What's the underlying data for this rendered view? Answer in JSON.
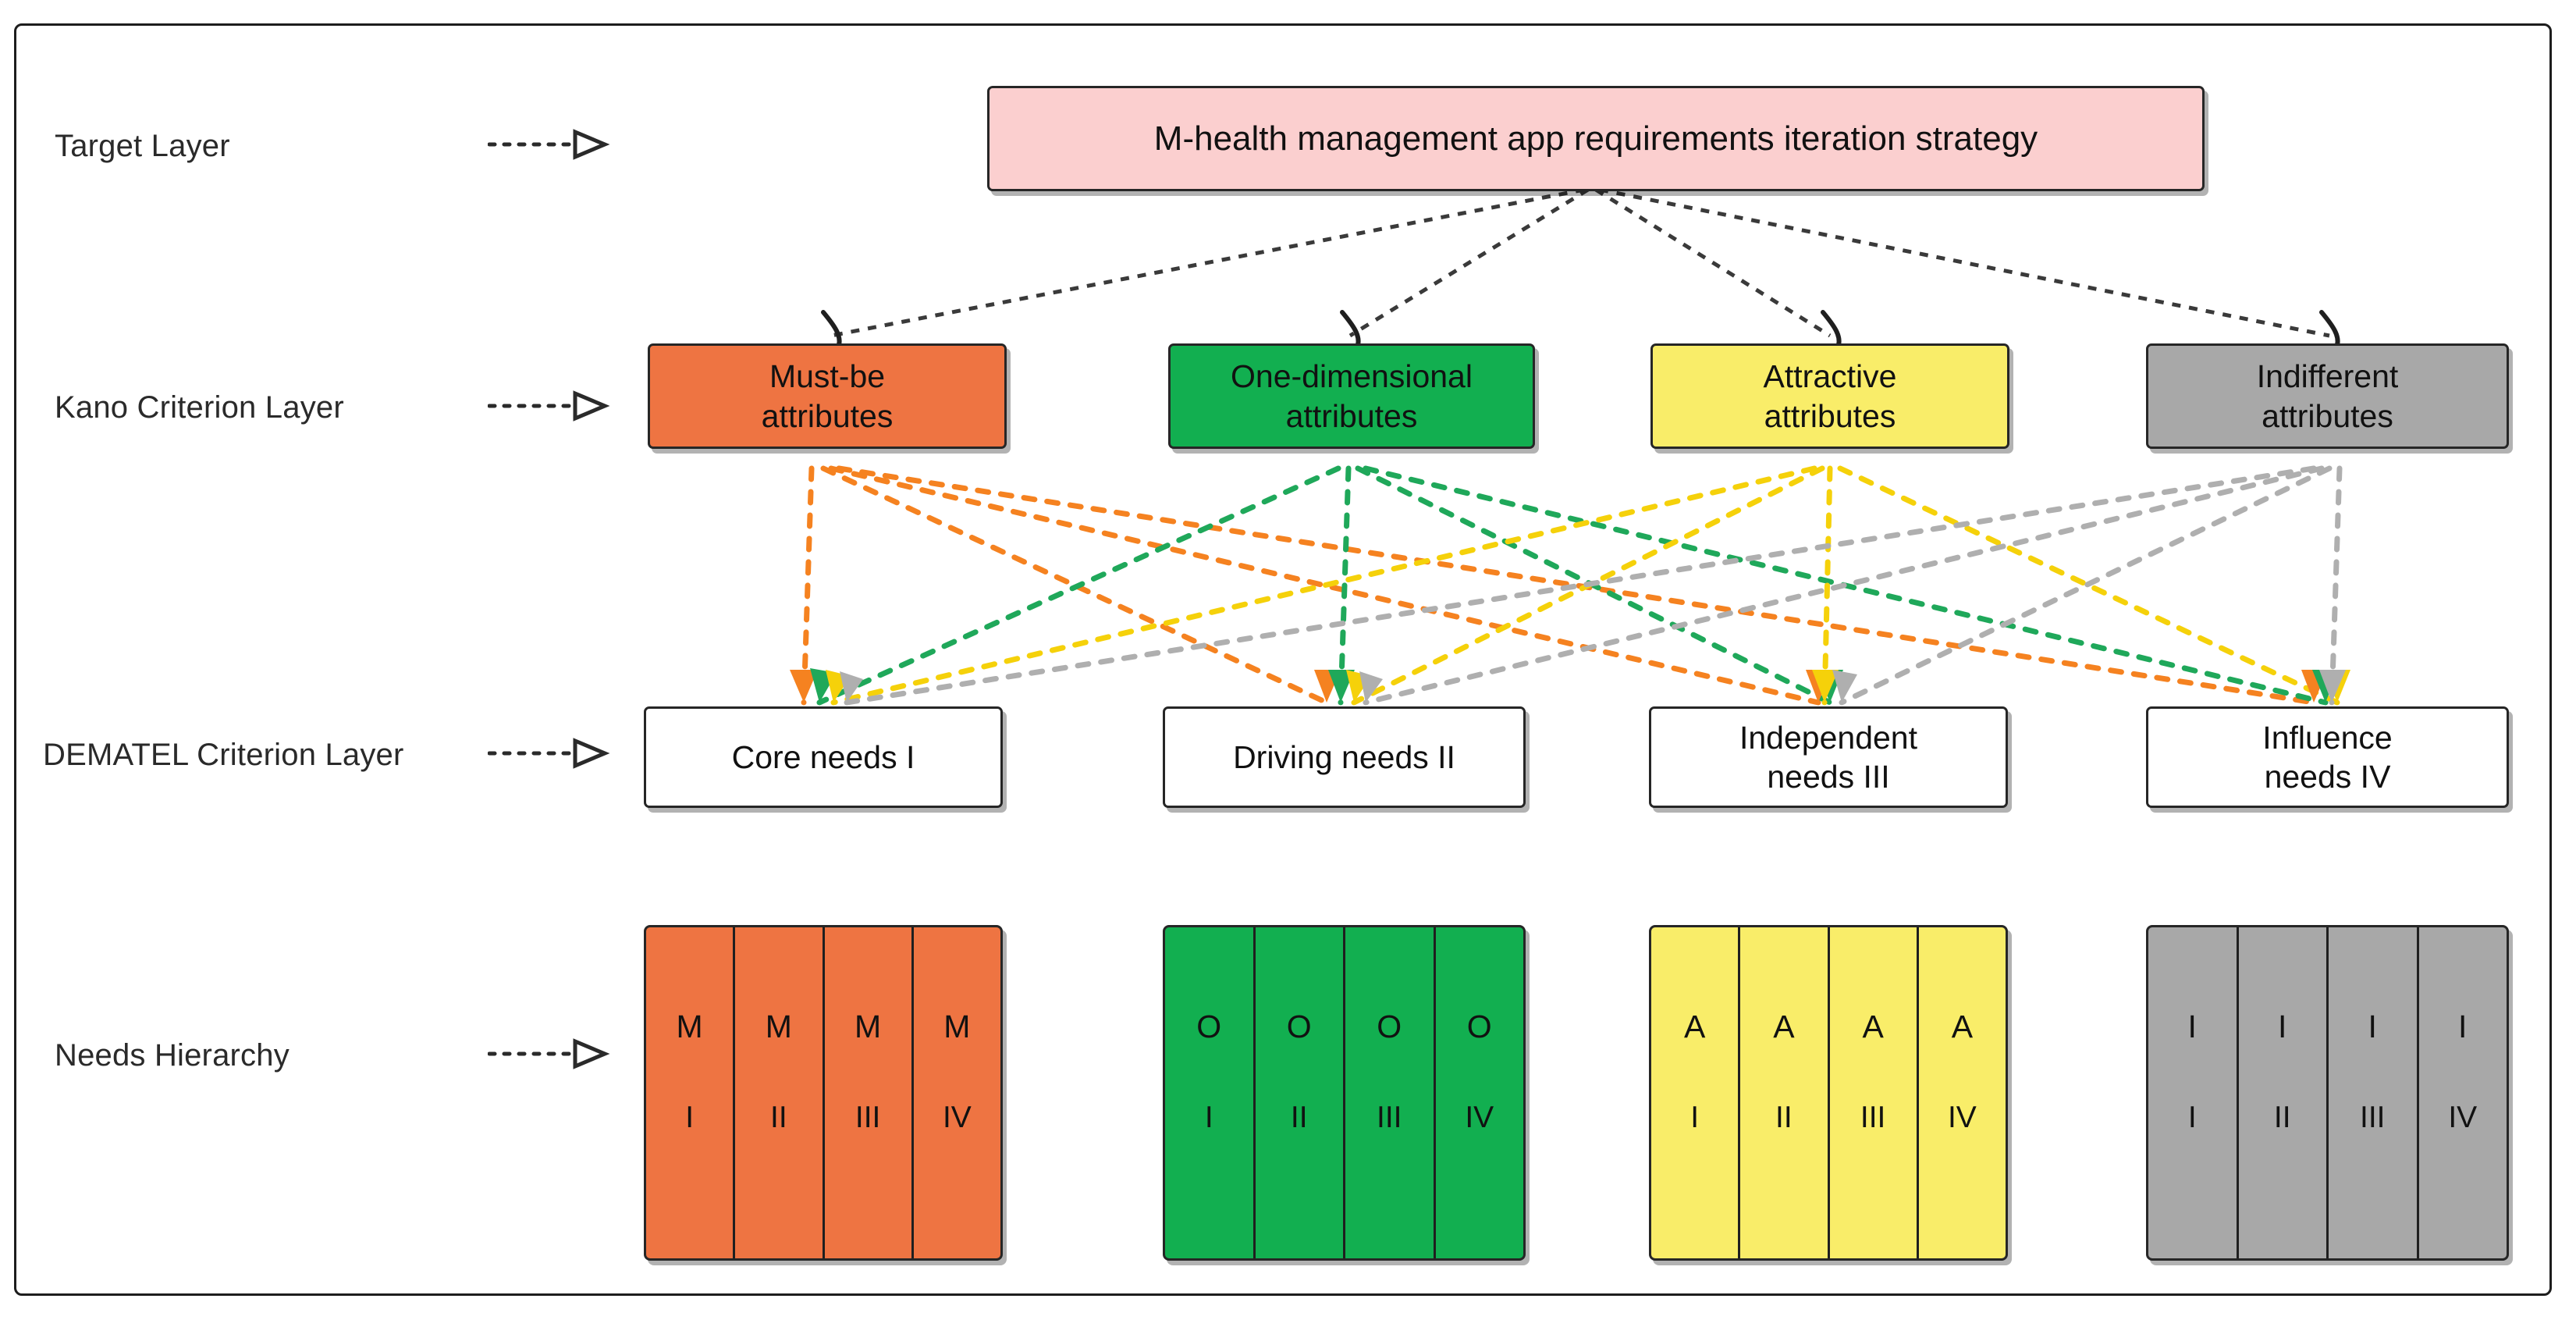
{
  "diagram": {
    "title_present": false,
    "colors": {
      "target_fill": "#FBCFCF",
      "must_be": "#EE7442",
      "one_dimensional": "#12AF50",
      "attractive": "#F9ED69",
      "indifferent": "#A8A8A8",
      "frame_border": "#1d1d1d",
      "link_target": "#3a3a3a"
    }
  },
  "layers": [
    {
      "id": "target",
      "label": "Target Layer"
    },
    {
      "id": "kano",
      "label": "Kano Criterion Layer"
    },
    {
      "id": "dematel",
      "label": "DEMATEL Criterion Layer"
    },
    {
      "id": "needs",
      "label": "Needs Hierarchy"
    }
  ],
  "target": {
    "label": "M-health management app requirements iteration strategy"
  },
  "kano": [
    {
      "id": "must-be",
      "line1": "Must-be",
      "line2": "attributes",
      "color": "#EE7442"
    },
    {
      "id": "one-dimensional",
      "line1": "One-dimensional",
      "line2": "attributes",
      "color": "#12AF50"
    },
    {
      "id": "attractive",
      "line1": "Attractive",
      "line2": "attributes",
      "color": "#F9ED69"
    },
    {
      "id": "indifferent",
      "line1": "Indifferent",
      "line2": "attributes",
      "color": "#A8A8A8"
    }
  ],
  "dematel": [
    {
      "id": "core",
      "line1": "Core needs I",
      "line2": ""
    },
    {
      "id": "driving",
      "line1": "Driving needs  II",
      "line2": ""
    },
    {
      "id": "independent",
      "line1": "Independent",
      "line2": "needs III"
    },
    {
      "id": "influence",
      "line1": "Influence",
      "line2": "needs  IV"
    }
  ],
  "needs_hierarchy": [
    {
      "id": "must-be-stack",
      "color": "#EE7442",
      "cells": [
        {
          "symbol": "M",
          "index": "I"
        },
        {
          "symbol": "M",
          "index": "II"
        },
        {
          "symbol": "M",
          "index": "III"
        },
        {
          "symbol": "M",
          "index": "IV"
        }
      ]
    },
    {
      "id": "one-dimensional-stack",
      "color": "#12AF50",
      "cells": [
        {
          "symbol": "O",
          "index": "I"
        },
        {
          "symbol": "O",
          "index": "II"
        },
        {
          "symbol": "O",
          "index": "III"
        },
        {
          "symbol": "O",
          "index": "IV"
        }
      ]
    },
    {
      "id": "attractive-stack",
      "color": "#F9ED69",
      "cells": [
        {
          "symbol": "A",
          "index": "I"
        },
        {
          "symbol": "A",
          "index": "II"
        },
        {
          "symbol": "A",
          "index": "III"
        },
        {
          "symbol": "A",
          "index": "IV"
        }
      ]
    },
    {
      "id": "indifferent-stack",
      "color": "#A8A8A8",
      "cells": [
        {
          "symbol": "I",
          "index": "I"
        },
        {
          "symbol": "I",
          "index": "II"
        },
        {
          "symbol": "I",
          "index": "III"
        },
        {
          "symbol": "I",
          "index": "IV"
        }
      ]
    }
  ]
}
